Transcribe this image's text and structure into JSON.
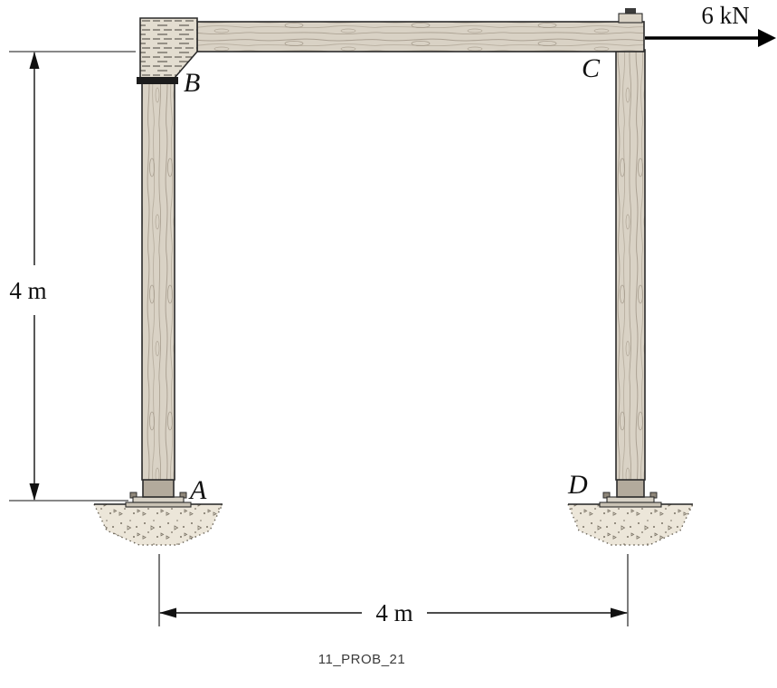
{
  "figure": {
    "caption": "11_PROB_21",
    "force_label": "6 kN",
    "force_kN": 6,
    "labels": {
      "a": "A",
      "b": "B",
      "c": "C",
      "d": "D"
    },
    "dimensions": {
      "height_label": "4 m",
      "width_label": "4 m",
      "height_m": 4,
      "width_m": 4
    }
  },
  "colors": {
    "wood": "#d9d2c5",
    "block": "#e3ddd0",
    "concrete": "#ece6d9",
    "plate_gray": "#b3aa9c",
    "steel_light": "#d8d2c6",
    "ink": "#111111",
    "dark_plate": "#1c1c1c"
  }
}
